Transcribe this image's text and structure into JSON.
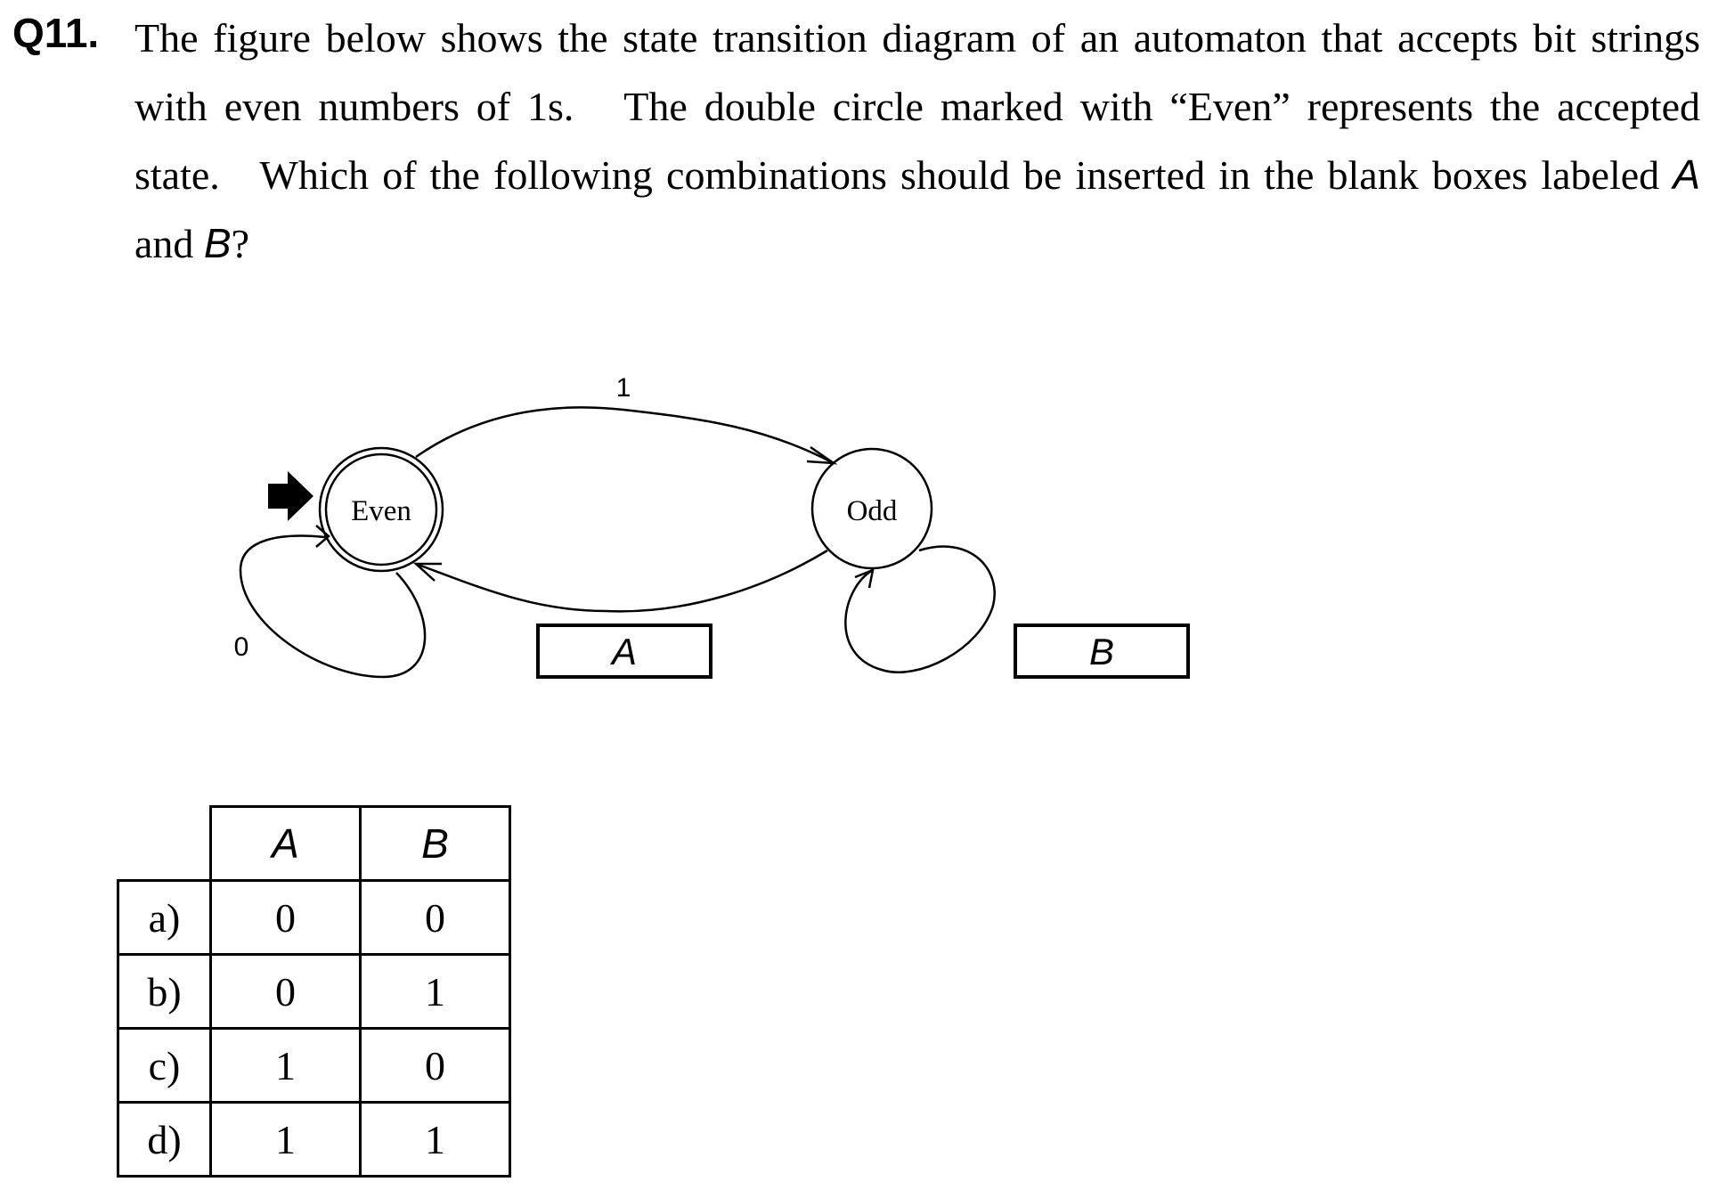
{
  "question": {
    "number": "Q11.",
    "text_part1": "The figure below shows the state transition diagram of an automaton that accepts bit strings with even numbers of 1s.   The double circle marked with “Even” represents the accepted state.   Which of the following combinations should be inserted in the blank boxes labeled ",
    "label_a": "A",
    "text_and": " and ",
    "label_b": "B",
    "text_end": "?"
  },
  "diagram": {
    "states": {
      "even": "Even",
      "odd": "Odd"
    },
    "edges": {
      "even_to_odd": "1",
      "even_self": "0"
    },
    "blanks": {
      "a": "A",
      "b": "B"
    }
  },
  "answers": {
    "headers": [
      "A",
      "B"
    ],
    "rows": [
      {
        "option": "a)",
        "a": "0",
        "b": "0"
      },
      {
        "option": "b)",
        "a": "0",
        "b": "1"
      },
      {
        "option": "c)",
        "a": "1",
        "b": "0"
      },
      {
        "option": "d)",
        "a": "1",
        "b": "1"
      }
    ]
  }
}
